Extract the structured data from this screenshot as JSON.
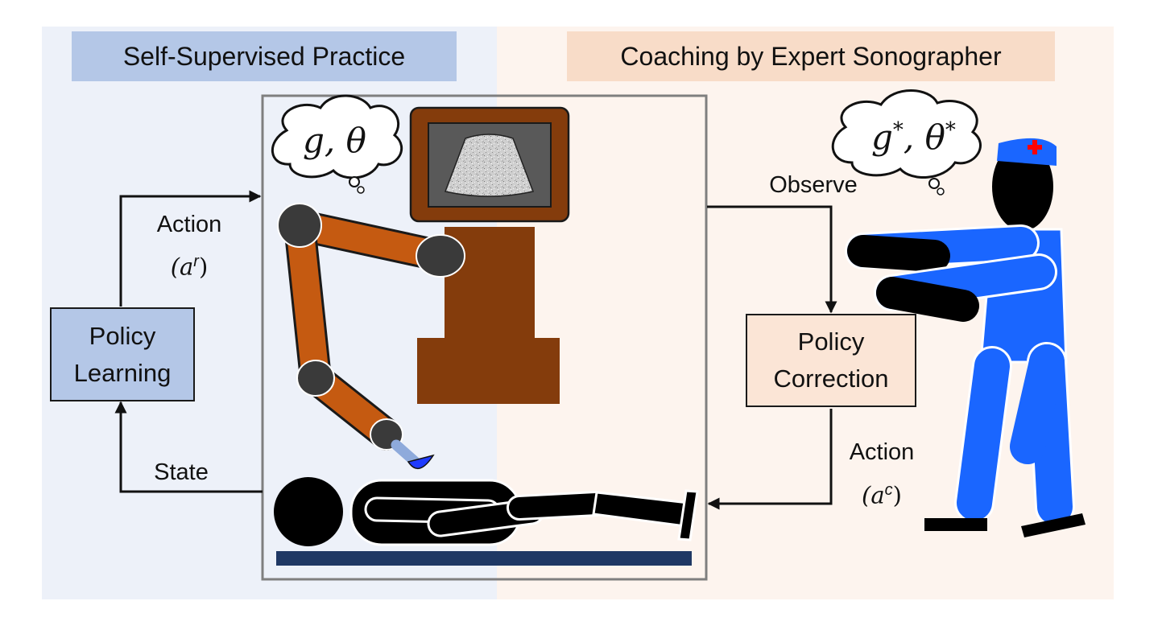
{
  "headers": {
    "left": "Self-Supervised Practice",
    "right": "Coaching by Expert Sonographer"
  },
  "boxes": {
    "policy_learning": [
      "Policy",
      "Learning"
    ],
    "policy_correction": [
      "Policy",
      "Correction"
    ]
  },
  "labels": {
    "action_robot": "Action",
    "action_robot_symbol": "(a",
    "action_robot_sup": "r",
    "action_robot_close": ")",
    "state": "State",
    "observe": "Observe",
    "action_coach": "Action",
    "action_coach_symbol": "(a",
    "action_coach_sup": "c",
    "action_coach_close": ")"
  },
  "thoughts": {
    "robot": "g, θ",
    "expert_g": "g",
    "expert_theta": "θ",
    "expert_sup": "*",
    "expert_sep": ", "
  },
  "colors": {
    "left_panel": "#edf1f9",
    "right_panel": "#fdf4ee",
    "left_header": "#b4c7e7",
    "right_header": "#f8dcc8",
    "policy_learning_box": "#b4c7e7",
    "policy_correction_box": "#fbe5d6",
    "robot_arm": "#c55a11",
    "robot_joint": "#3a3a3a",
    "monitor_stand": "#843c0c",
    "expert_body": "#1a66ff",
    "bed": "#1f3864"
  },
  "icons": [
    "thought-cloud-icon",
    "robot-arm-icon",
    "ultrasound-monitor-icon",
    "ultrasound-probe-icon",
    "patient-icon",
    "sonographer-icon"
  ]
}
